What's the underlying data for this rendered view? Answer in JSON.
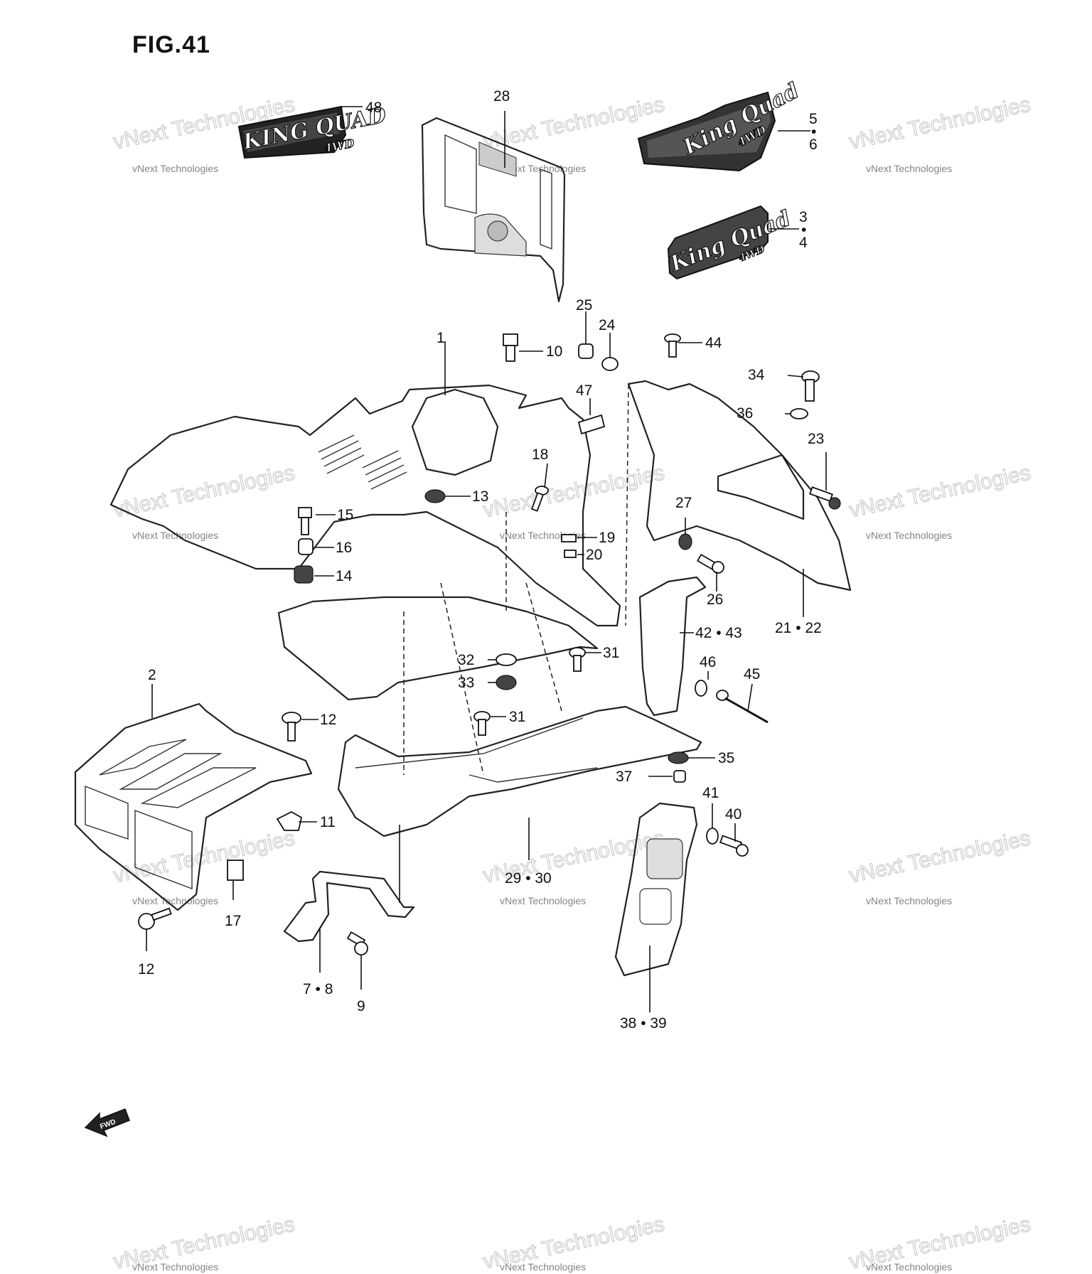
{
  "figure": {
    "title": "FIG.41"
  },
  "decals": {
    "decal_48": "KING QUAD",
    "decal_48_sub": "4WD",
    "decal_5_6": "King Quad",
    "decal_5_6_sub": "4WD",
    "decal_3_4": "King Quad",
    "decal_3_4_sub": "4WD"
  },
  "fwd_arrow": "FWD",
  "watermark": {
    "line1": "vNext Technologies",
    "big": "vNext Technologies"
  },
  "callouts": {
    "c48": "48",
    "c28": "28",
    "c5": "5",
    "c5dot": "•",
    "c6": "6",
    "c3": "3",
    "c3dot": "•",
    "c4": "4",
    "c25": "25",
    "c24": "24",
    "c1": "1",
    "c10": "10",
    "c44": "44",
    "c34": "34",
    "c47": "47",
    "c36": "36",
    "c23": "23",
    "c18": "18",
    "c13": "13",
    "c15": "15",
    "c27": "27",
    "c19": "19",
    "c20": "20",
    "c16": "16",
    "c14": "14",
    "c26": "26",
    "c42_43": "42 • 43",
    "c21_22": "21 • 22",
    "c32": "32",
    "c31a": "31",
    "c33": "33",
    "c46": "46",
    "c45": "45",
    "c2": "2",
    "c12a": "12",
    "c31b": "31",
    "c35": "35",
    "c37": "37",
    "c41": "41",
    "c40": "40",
    "c11": "11",
    "c29_30": "29 • 30",
    "c17": "17",
    "c12b": "12",
    "c7_8": "7 • 8",
    "c9": "9",
    "c38_39": "38 • 39"
  }
}
